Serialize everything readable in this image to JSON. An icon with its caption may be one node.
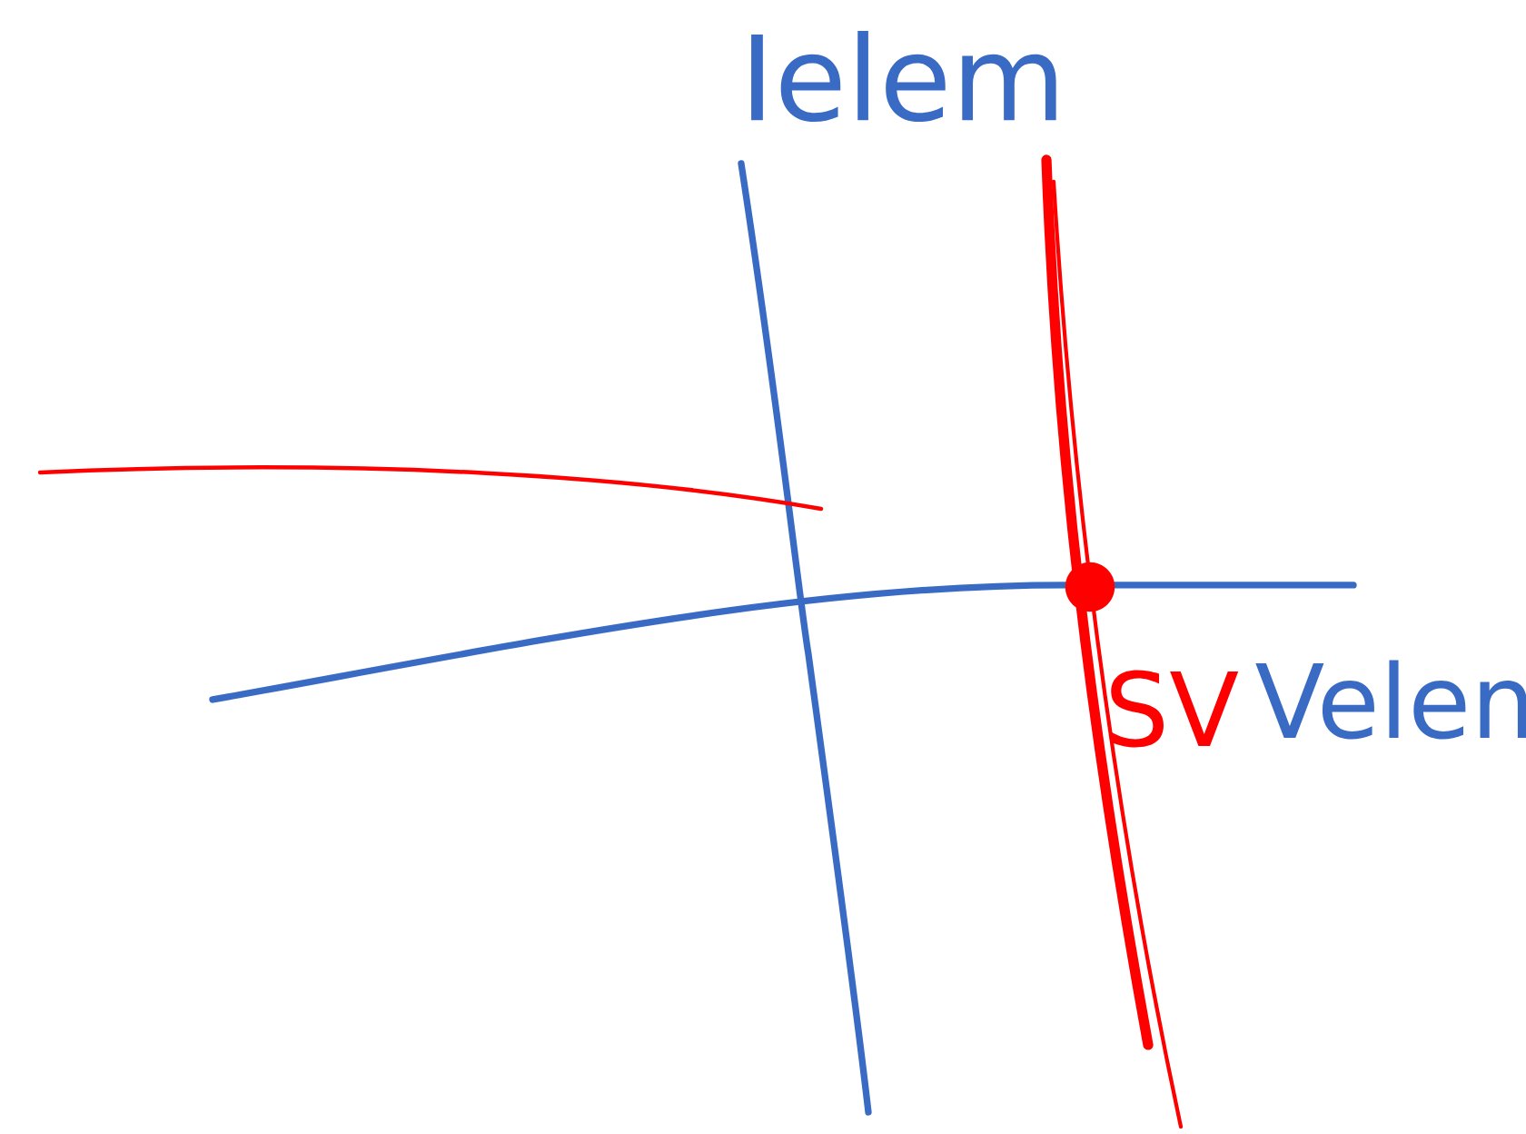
{
  "diagram": {
    "labels": [
      "Ielem",
      "SV",
      "Velen"
    ]
  }
}
